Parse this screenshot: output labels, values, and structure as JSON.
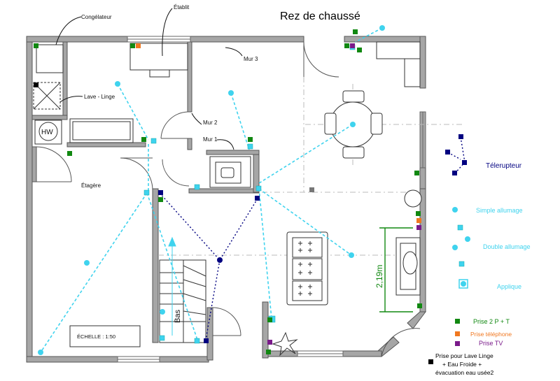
{
  "title": "Rez de chaussé",
  "rooms": {
    "congelateur": "Congélateur",
    "etabli": "Établit",
    "lave_linge": "Lave - Linge",
    "hw": "HW",
    "etagere": "Étagère",
    "mur1": "Mur 1",
    "mur2": "Mur 2",
    "mur3": "Mur 3",
    "bas": "Bas"
  },
  "scale": "ÉCHELLE :  1:50",
  "dimension": "2,19m",
  "legend": {
    "telerupteur": "Télerupteur",
    "simple": "Simple allumage",
    "double": "Double allumage",
    "applique": "Applique",
    "prise_2pt": "Prise 2 P + T",
    "prise_tel": "Prise téléphone",
    "prise_tv": "Prise TV",
    "lave_linge": [
      "Prise pour Lave Linge",
      "+ Eau Froide +",
      "évacuation eau usée2"
    ]
  },
  "colors": {
    "wall": "#a6a6a6",
    "wire_simple": "#3fd3ee",
    "wire_tele": "#000080",
    "prise": "#118811",
    "tel": "#f07820",
    "tv": "#7a1a8a",
    "lave": "#000000",
    "dimension": "#118811"
  }
}
